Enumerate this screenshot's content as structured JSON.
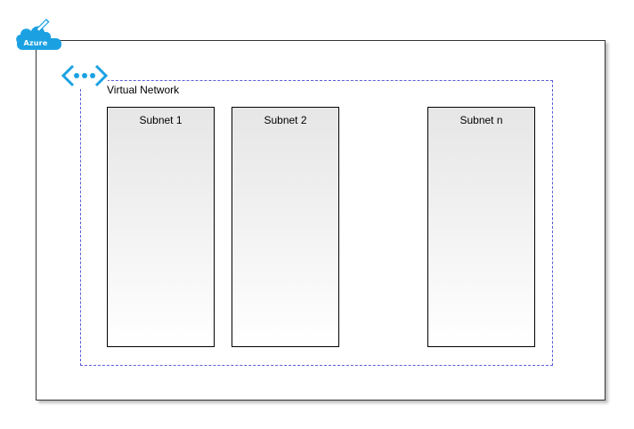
{
  "azure_badge": {
    "label": "Azure",
    "icon": "azure-cloud-pencil-icon",
    "color": "#1ba1e2"
  },
  "virtual_network": {
    "label": "Virtual Network",
    "icon": "virtual-network-icon",
    "icon_color": "#1ba1e2",
    "border_color": "#5b5bd6"
  },
  "subnets": [
    {
      "label": "Subnet 1"
    },
    {
      "label": "Subnet 2"
    },
    {
      "label": "Subnet n"
    }
  ]
}
